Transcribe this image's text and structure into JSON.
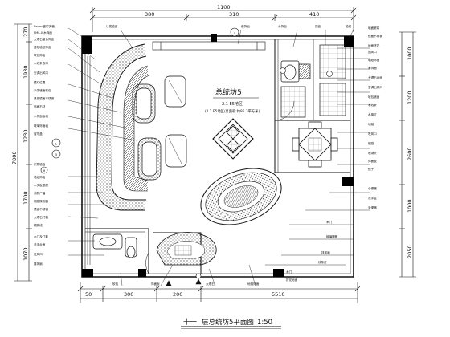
{
  "drawing": {
    "room_label": "总统坊5",
    "room_code": "2.1 E5地区",
    "room_note": "(2.1 E5地区/总面积:约85.3平方米)",
    "title": "十一层总统坊5平面图 1:50",
    "title_prefix": "十一",
    "title_main": "层总统坊5平面图",
    "title_scale": "1:50"
  },
  "dimensions": {
    "top_total": "1100",
    "top_segments": [
      "380",
      "310",
      "410"
    ],
    "bottom_segments": [
      "50",
      "300",
      "200",
      "5510"
    ],
    "left_total": "7800",
    "left_segments": [
      "270",
      "1930",
      "1230",
      "1700",
      "1070"
    ],
    "right_segments": [
      "1000",
      "1200",
      "2600",
      "1000",
      "2050"
    ]
  },
  "annotations": {
    "left": [
      "Dexon窗帘安装",
      "FMS-0 木饰面",
      "大理石窗台饰面",
      "蓬松墙纸饰面",
      "软包饰面",
      "木线条收口",
      "空调出风口",
      "壁灯位置",
      "沙发墙面软包",
      "黑色镜面不锈钢",
      "饰面石材",
      "木饰面板墙",
      "玻璃饰面墙",
      "窗帘盒",
      "织物墙面",
      "墙纸饰面",
      "木夹板基层",
      "消防广播",
      "烟感探测器",
      "镜面不锈钢",
      "大理石门槛",
      "踢脚线",
      "木门及门套",
      "洗手台面",
      "进风口",
      "排风扇"
    ],
    "right": [
      "墙面瓷砖",
      "镜面不锈钢",
      "地面拼花",
      "回风口",
      "墙纸饰面",
      "木饰面",
      "大理石台面",
      "空调出风口",
      "软包墙面",
      "木线条",
      "水晶灯",
      "地毯",
      "吹风口",
      "烟感",
      "喷淋头",
      "饰面板",
      "镜子",
      "小便器",
      "洗手盆",
      "坐便器",
      "木门",
      "玻璃隔断",
      "排风扇",
      "线条灯"
    ],
    "top": [
      "沙发墙面",
      "装饰画",
      "木饰面",
      "镜面",
      "墙纸"
    ],
    "bottom": [
      "软包",
      "饰面板",
      "大理石",
      "地毯饰面",
      "木门",
      "拼花地面"
    ]
  },
  "callouts": [
    "4",
    "△",
    "5",
    "6"
  ],
  "colors": {
    "line": "#111111",
    "paper": "#ffffff",
    "column": "#000000"
  }
}
